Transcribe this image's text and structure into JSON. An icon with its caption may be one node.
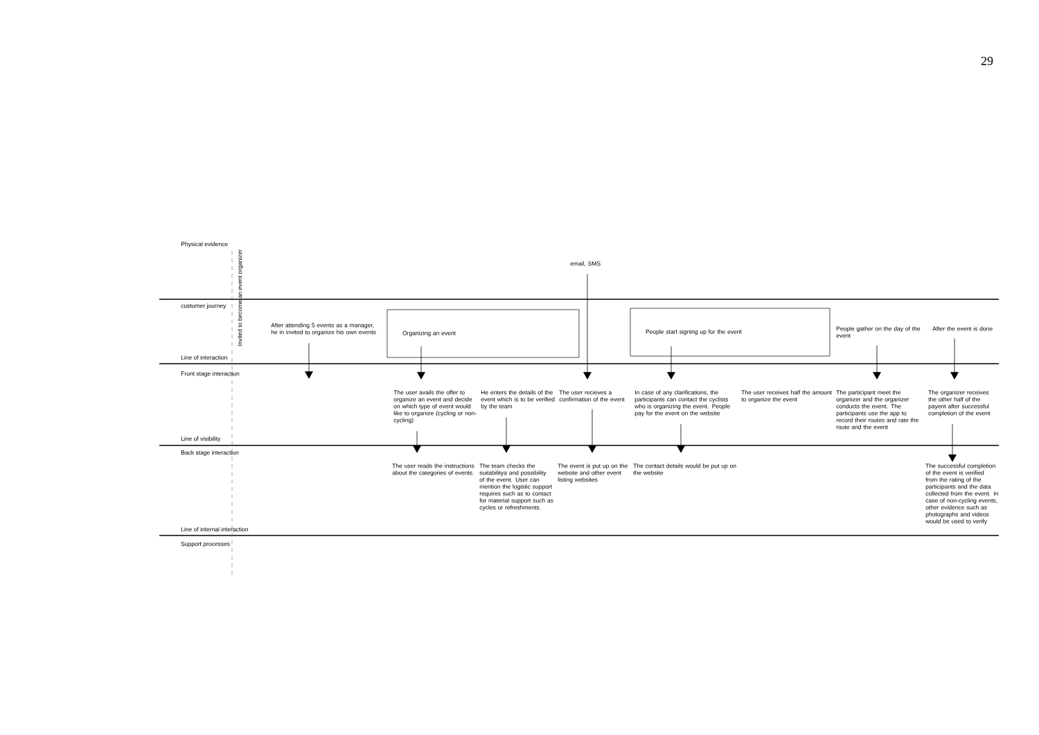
{
  "diagram": {
    "nodes": [
      {
        "text": [
          "email, SMS"
        ]
      },
      {
        "text": [
          "Organizing an event"
        ]
      },
      {
        "text": [
          "People start signing up for the event"
        ]
      },
      {
        "text": [
          "After attending 5 events as a manager, he in invited to organize his own events"
        ]
      },
      {
        "text": [
          "People gather on the day of the event"
        ]
      },
      {
        "text": [
          "After the event is done"
        ]
      },
      {
        "text": [
          "The user avails the offer to organize an event and decide on which type of event would like to organize (cycling or non-cycling)"
        ]
      },
      {
        "text": [
          "He enters the details of the event which is to be verified by the team"
        ]
      },
      {
        "text": [
          "The user recieves a confirmation of the event"
        ]
      },
      {
        "text": [
          "In case of any clarifications, the participants can contact the cyclists who is organizing the event. People pay for the event on the website"
        ]
      },
      {
        "text": [
          "The user receives half the amount to organize the event"
        ]
      },
      {
        "text": [
          "The participant meet the organizer and the organizer conducts the event. The participants use the app to record their routes and rate the route and the event"
        ]
      },
      {
        "text": [
          "The organizer receives the other half of the payent after successful completion of the event"
        ]
      },
      {
        "text": [
          "The user reads the instructions about the categories of events."
        ]
      },
      {
        "text": [
          "The team checks the suitabilitya and possibility of the event. User can mention the logistic support requires such as to contact for material support such as cycles or refreshments."
        ]
      },
      {
        "text": [
          "The event is put up on the website and other event listing websites"
        ]
      },
      {
        "text": [
          "The contact details would be put up on the website"
        ]
      },
      {
        "text": [
          "The successful completion of the event is verified from the rating of the participants and the data collected from the event. In case of non-cycling events, other evidence such as photographs and videos would be used to verify"
        ]
      }
    ],
    "edges": [
      {
        "from": 0,
        "to": 8,
        "arrow": "to"
      },
      {
        "from": 3,
        "to": null,
        "arrow": "to"
      },
      {
        "from": 1,
        "to": 6,
        "arrow": "to"
      },
      {
        "from": 2,
        "to": 9,
        "arrow": "to"
      },
      {
        "from": 4,
        "to": 11,
        "arrow": "to"
      },
      {
        "from": 5,
        "to": 12,
        "arrow": "to"
      },
      {
        "from": 6,
        "to": 13,
        "arrow": "to"
      },
      {
        "from": 7,
        "to": 14,
        "arrow": "to"
      },
      {
        "from": 8,
        "to": 15,
        "arrow": "to"
      },
      {
        "from": 9,
        "to": 16,
        "arrow": "to"
      },
      {
        "from": 12,
        "to": 17,
        "arrow": "to"
      }
    ],
    "labels": [
      "29",
      "Physical evidence",
      "Invited to become an event organizer",
      "customer journey",
      "Line of interaction",
      "Front stage interaction",
      "Line of visibility",
      "Back stage interaction",
      "Line of internal interaction",
      "Support processes"
    ]
  }
}
